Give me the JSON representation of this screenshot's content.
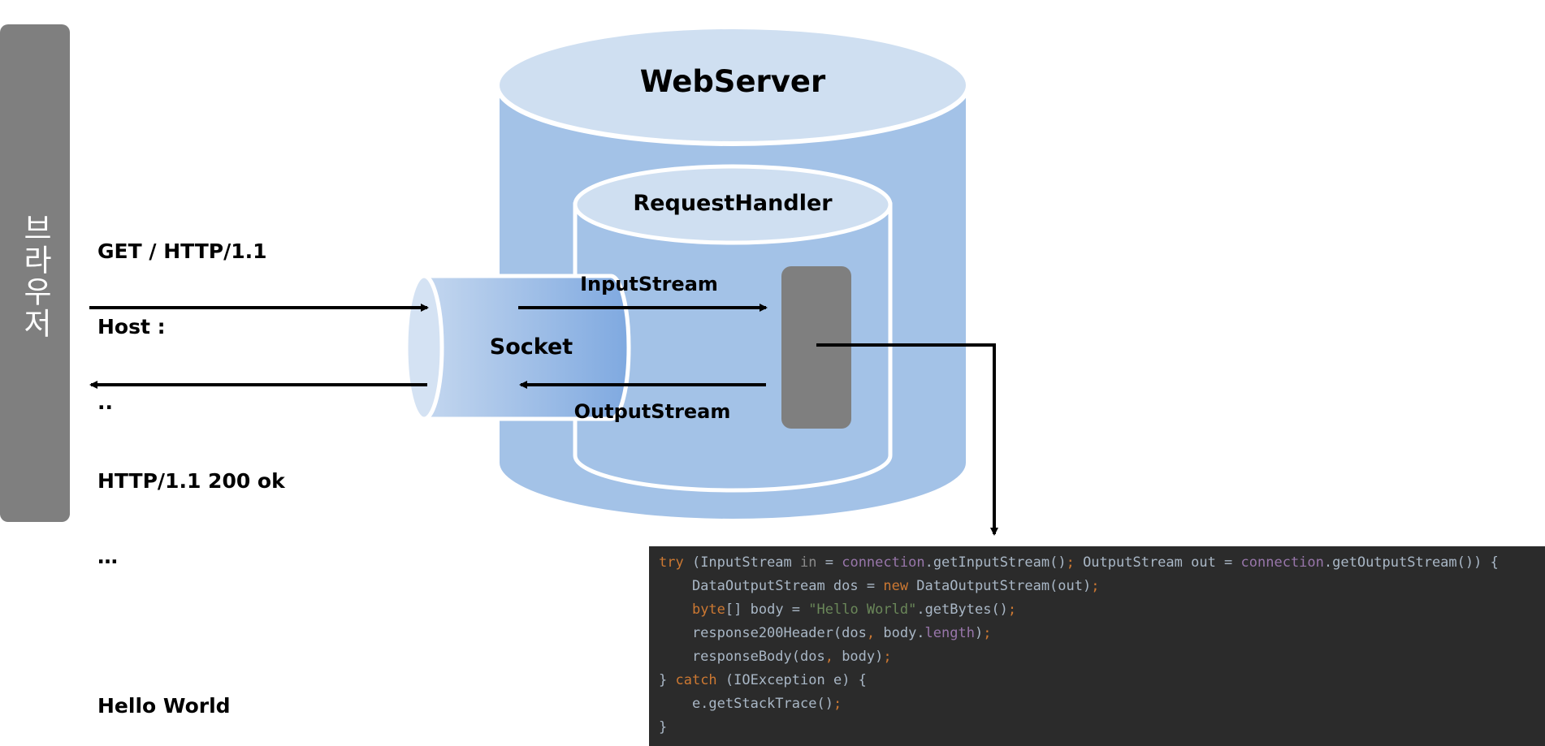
{
  "colors": {
    "browser_bar": "#7f7f7f",
    "cylinder_body": "#a3c2e7",
    "cylinder_top": "#cfdff1",
    "cylinder_outline": "#ffffff",
    "handler_block": "#7f7f7f",
    "arrow": "#000000",
    "code_background": "#2b2b2b",
    "code_keyword": "#cc7832",
    "code_field": "#9876aa",
    "code_string": "#6a8759",
    "code_default": "#a9b7c6"
  },
  "browser": {
    "label": "브라우저"
  },
  "webserver": {
    "title": "WebServer"
  },
  "request_handler": {
    "title": "RequestHandler"
  },
  "socket": {
    "label": "Socket"
  },
  "streams": {
    "input": "InputStream",
    "output": "OutputStream"
  },
  "request": {
    "lines": [
      "GET / HTTP/1.1",
      "Host :",
      ".."
    ]
  },
  "response": {
    "lines": [
      "HTTP/1.1 200 ok",
      "…",
      "",
      "Hello World"
    ]
  },
  "code": {
    "lines": [
      [
        {
          "t": "try",
          "c": "kw"
        },
        {
          "t": " (InputStream ",
          "c": "d"
        },
        {
          "t": "in",
          "c": "kw2"
        },
        {
          "t": " = ",
          "c": "d"
        },
        {
          "t": "connection",
          "c": "fld"
        },
        {
          "t": ".getInputStream()",
          "c": "d"
        },
        {
          "t": ";",
          "c": "kw"
        },
        {
          "t": " OutputStream out = ",
          "c": "d"
        },
        {
          "t": "connection",
          "c": "fld"
        },
        {
          "t": ".getOutputStream()) {",
          "c": "d"
        }
      ],
      [
        {
          "t": "    DataOutputStream dos = ",
          "c": "d"
        },
        {
          "t": "new",
          "c": "kw"
        },
        {
          "t": " DataOutputStream(out)",
          "c": "d"
        },
        {
          "t": ";",
          "c": "kw"
        }
      ],
      [
        {
          "t": "    ",
          "c": "d"
        },
        {
          "t": "byte",
          "c": "kw"
        },
        {
          "t": "[] body = ",
          "c": "d"
        },
        {
          "t": "\"Hello World\"",
          "c": "str"
        },
        {
          "t": ".getBytes()",
          "c": "d"
        },
        {
          "t": ";",
          "c": "kw"
        }
      ],
      [
        {
          "t": "    response200Header(dos",
          "c": "d"
        },
        {
          "t": ",",
          "c": "kw"
        },
        {
          "t": " body.",
          "c": "d"
        },
        {
          "t": "length",
          "c": "fld"
        },
        {
          "t": ")",
          "c": "d"
        },
        {
          "t": ";",
          "c": "kw"
        }
      ],
      [
        {
          "t": "    responseBody(dos",
          "c": "d"
        },
        {
          "t": ",",
          "c": "kw"
        },
        {
          "t": " body)",
          "c": "d"
        },
        {
          "t": ";",
          "c": "kw"
        }
      ],
      [
        {
          "t": "} ",
          "c": "d"
        },
        {
          "t": "catch",
          "c": "kw"
        },
        {
          "t": " (IOException e) {",
          "c": "d"
        }
      ],
      [
        {
          "t": "    e.getStackTrace()",
          "c": "d"
        },
        {
          "t": ";",
          "c": "kw"
        }
      ],
      [
        {
          "t": "}",
          "c": "d"
        }
      ]
    ]
  }
}
